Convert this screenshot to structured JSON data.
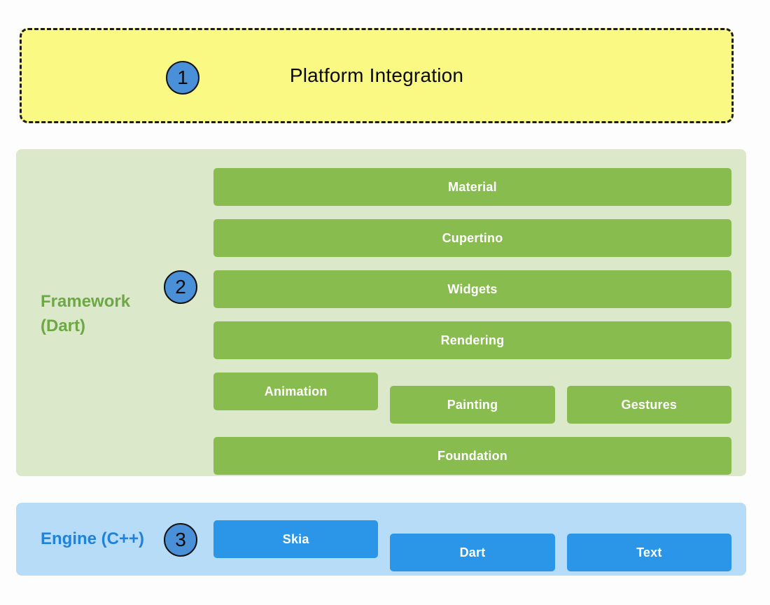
{
  "colors": {
    "page_bg": "#fdfdfd",
    "platform_bg": "#f9f983",
    "platform_border": "#1c1c1c",
    "platform_text": "#0a0a0a",
    "framework_bg": "#dbe8c9",
    "framework_bar": "#88bc4f",
    "framework_label": "#6ca844",
    "engine_bg": "#b7dcf8",
    "engine_bar": "#2b96e8",
    "engine_label": "#2082d8",
    "badge_bg": "#4a90d8",
    "badge_border": "#121212",
    "badge_text": "#0a0a0a",
    "bar_text": "#ffffff"
  },
  "platform": {
    "badge": "1",
    "label": "Platform Integration"
  },
  "framework": {
    "badge": "2",
    "label_line1": "Framework",
    "label_line2": "(Dart)",
    "full_bars": [
      "Material",
      "Cupertino",
      "Widgets",
      "Rendering"
    ],
    "split_bars": [
      "Animation",
      "Painting",
      "Gestures"
    ],
    "bottom_bar": "Foundation"
  },
  "engine": {
    "badge": "3",
    "label": "Engine (C++)",
    "bars": [
      "Skia",
      "Dart",
      "Text"
    ]
  }
}
